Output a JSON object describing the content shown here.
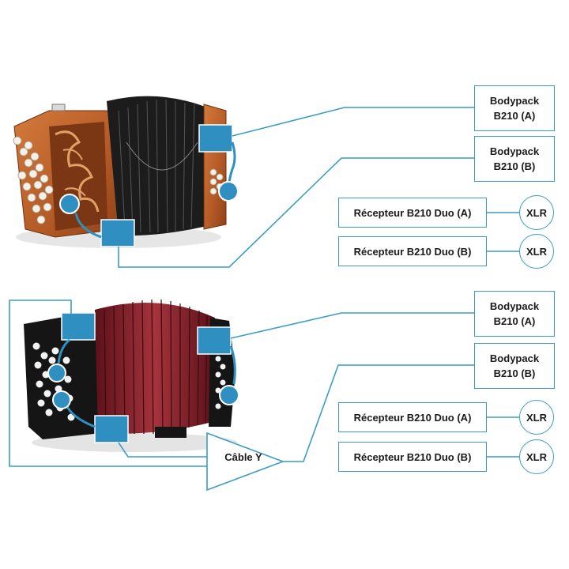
{
  "bodypacks": [
    {
      "line1": "Bodypack",
      "line2": "B210 (A)"
    },
    {
      "line1": "Bodypack",
      "line2": "B210 (B)"
    },
    {
      "line1": "Bodypack",
      "line2": "B210 (A)"
    },
    {
      "line1": "Bodypack",
      "line2": "B210 (B)"
    }
  ],
  "receivers": [
    {
      "label": "Récepteur B210 Duo (A)",
      "output": "XLR"
    },
    {
      "label": "Récepteur B210 Duo (B)",
      "output": "XLR"
    },
    {
      "label": "Récepteur B210 Duo (A)",
      "output": "XLR"
    },
    {
      "label": "Récepteur B210 Duo (B)",
      "output": "XLR"
    }
  ],
  "cable_label": "Câble Y",
  "colors": {
    "line": "#3a9cc6",
    "clip": "#2e8fc0",
    "wood": "#b8622e",
    "bellows_red": "#8a1f2a",
    "body_black": "#151515"
  }
}
